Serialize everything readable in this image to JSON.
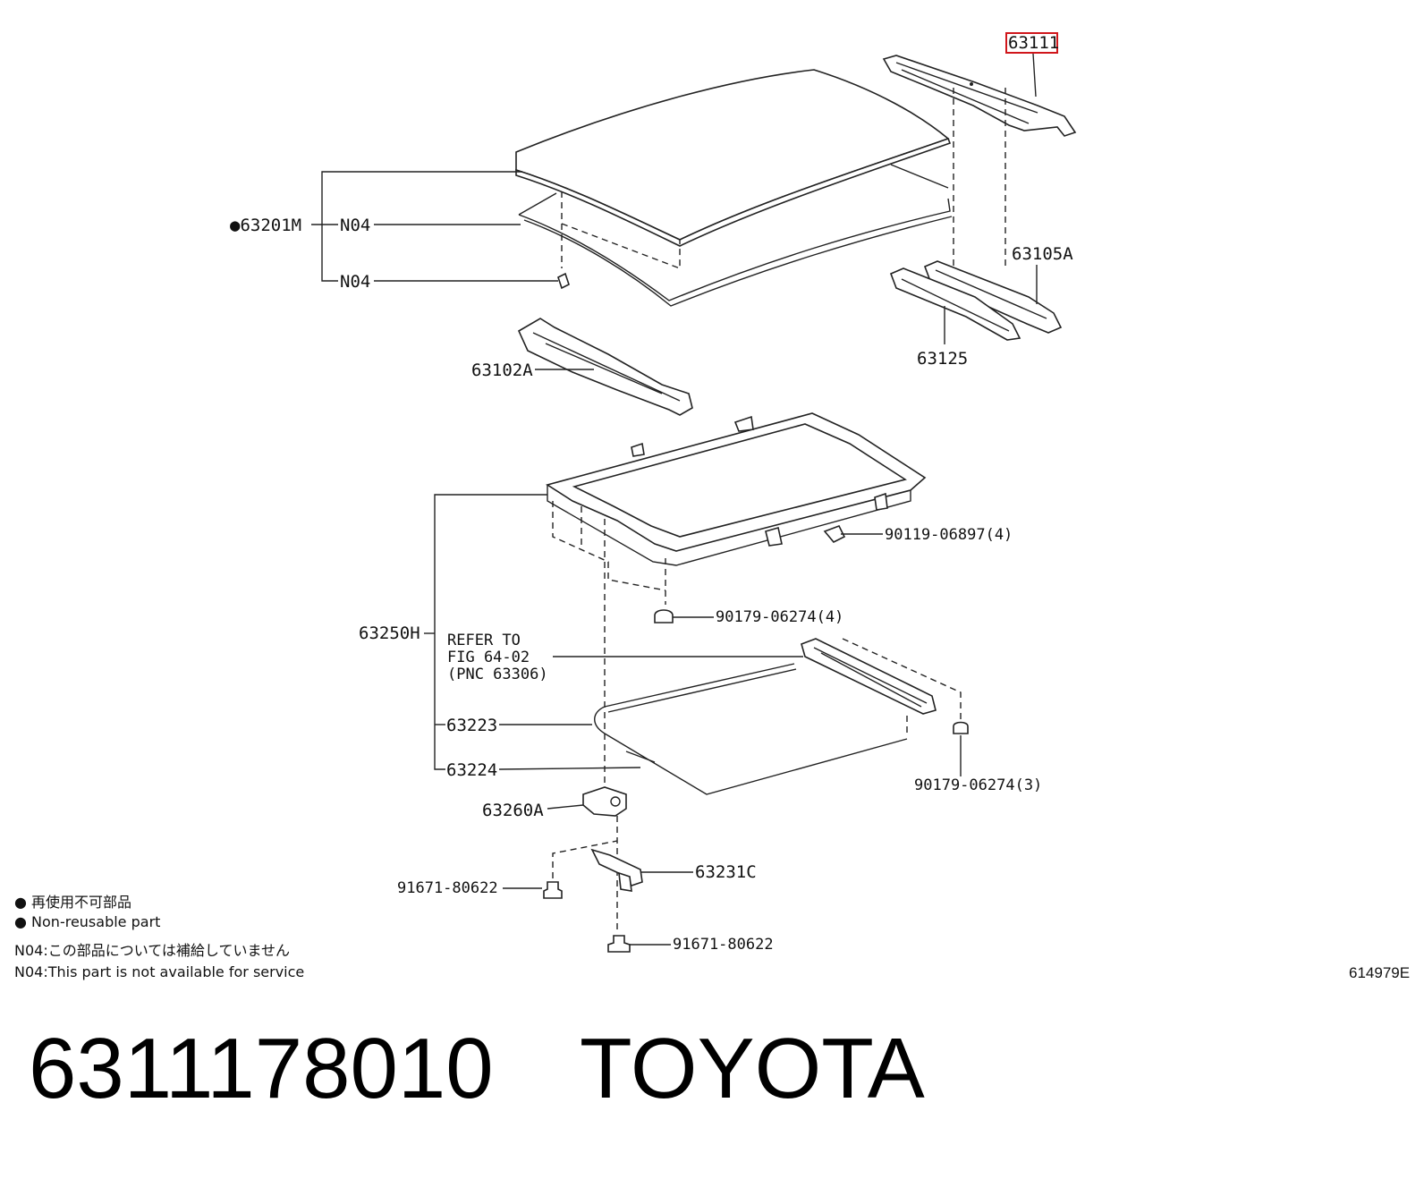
{
  "diagram": {
    "labels": {
      "p63111": "63111",
      "p63201m": "●63201M",
      "n04_a": "N04",
      "n04_b": "N04",
      "p63105a": "63105A",
      "p63125": "63125",
      "p63102a": "63102A",
      "p90119": "90119-06897(4)",
      "p90179_4": "90179-06274(4)",
      "p63250h": "63250H",
      "refer_line1": "REFER TO",
      "refer_line2": "FIG 64-02",
      "refer_line3": "(PNC 63306)",
      "p63223": "63223",
      "p63224": "63224",
      "p90179_3": "90179-06274(3)",
      "p63260a": "63260A",
      "p63231c": "63231C",
      "p91671_left": "91671-80622",
      "p91671_bottom": "91671-80622"
    },
    "highlighted_part": "63111"
  },
  "legend": {
    "non_reusable_jp": "● 再使用不可部品",
    "non_reusable_en": "● Non-reusable part",
    "n04_jp": "N04:この部品については補給していません",
    "n04_en": "N04:This part is not available for service"
  },
  "figure_number": "614979E",
  "footer": {
    "part_number": "6311178010",
    "brand": "TOYOTA"
  }
}
